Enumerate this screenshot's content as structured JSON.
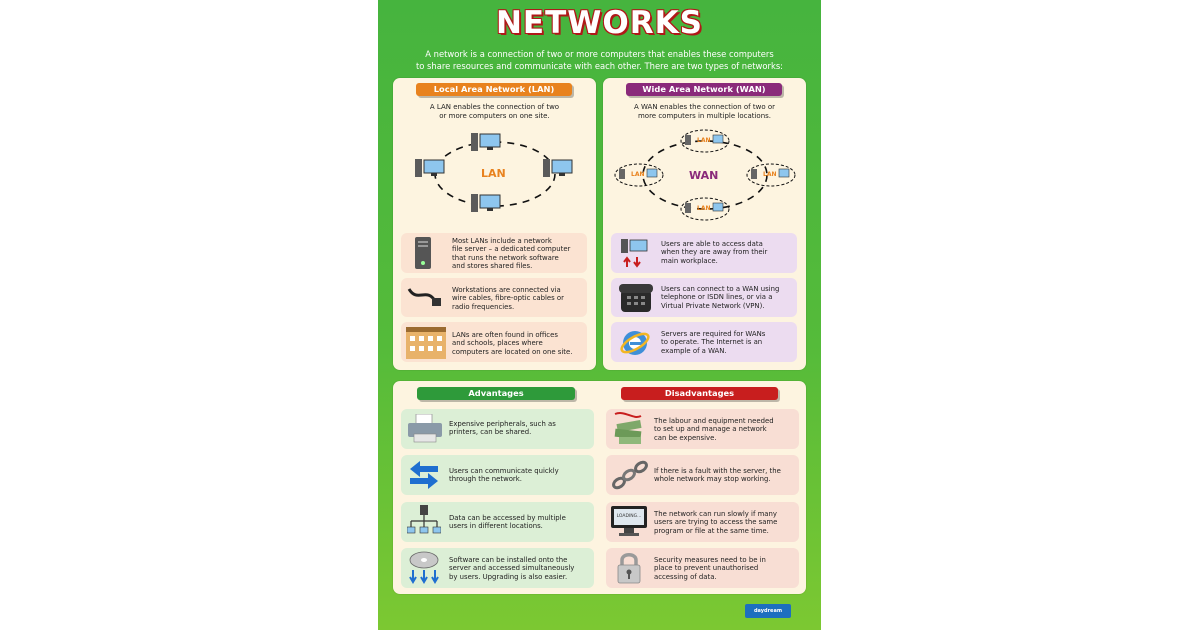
{
  "title": "NETWORKS",
  "intro": {
    "line1": "A network is a connection of two or more computers that enables these computers",
    "line2": "to share resources and communicate with each other. There are two types of networks:"
  },
  "lan": {
    "header": "Local Area Network (LAN)",
    "desc_line1": "A LAN enables the connection of two",
    "desc_line2": "or more computers on one site.",
    "diagram_label": "LAN",
    "cards": [
      {
        "icon": "server-icon",
        "lines": [
          "Most LANs include a network",
          "file server – a dedicated computer",
          "that runs the network software",
          "and stores shared files."
        ]
      },
      {
        "icon": "cable-icon",
        "lines": [
          "Workstations are connected via",
          "wire cables, fibre-optic cables or",
          "radio frequencies."
        ]
      },
      {
        "icon": "building-icon",
        "lines": [
          "LANs are often found in offices",
          "and schools, places where",
          "computers are located on one site."
        ]
      }
    ]
  },
  "wan": {
    "header": "Wide Area Network (WAN)",
    "desc_line1": "A WAN enables the connection of two or",
    "desc_line2": "more computers in multiple locations.",
    "diagram_label": "WAN",
    "lan_node_label": "LAN",
    "cards": [
      {
        "icon": "remote-computer-icon",
        "lines": [
          "Users are able to access data",
          "when they are away from their",
          "main workplace."
        ]
      },
      {
        "icon": "telephone-icon",
        "lines": [
          "Users can connect to a WAN using",
          "telephone or ISDN lines, or via a",
          "Virtual Private Network (VPN)."
        ]
      },
      {
        "icon": "internet-explorer-icon",
        "lines": [
          "Servers are required for WANs",
          "to operate. The Internet is an",
          "example of a WAN."
        ]
      }
    ]
  },
  "advantages": {
    "header": "Advantages",
    "cards": [
      {
        "icon": "printer-icon",
        "lines": [
          "Expensive peripherals, such as",
          "printers, can be shared."
        ]
      },
      {
        "icon": "arrows-icon",
        "lines": [
          "Users can communicate quickly",
          "through the network."
        ]
      },
      {
        "icon": "network-tree-icon",
        "lines": [
          "Data can be accessed by multiple",
          "users in different locations."
        ]
      },
      {
        "icon": "disc-install-icon",
        "lines": [
          "Software can be installed onto the",
          "server and accessed simultaneously",
          "by users. Upgrading is also easier."
        ]
      }
    ]
  },
  "disadvantages": {
    "header": "Disadvantages",
    "cards": [
      {
        "icon": "money-icon",
        "lines": [
          "The labour and equipment needed",
          "to set up and manage a network",
          "can be expensive."
        ]
      },
      {
        "icon": "broken-chain-icon",
        "lines": [
          "If there is a fault with the server, the",
          "whole network may stop working."
        ]
      },
      {
        "icon": "loading-monitor-icon",
        "monitor_text": "LOADING...",
        "lines": [
          "The network can run slowly if many",
          "users are trying to access the same",
          "program or file at the same time."
        ]
      },
      {
        "icon": "padlock-icon",
        "lines": [
          "Security measures need to be in",
          "place to prevent unauthorised",
          "accessing of data."
        ]
      }
    ]
  },
  "logo_text": "daydream",
  "colors": {
    "lan_header": "#e8821e",
    "wan_header": "#8a2a7a",
    "advantages_header": "#2e9a3a",
    "disadvantages_header": "#c81e1e",
    "lan_card": "#fbe3d2",
    "wan_card": "#ecdcf0",
    "adv_card": "#dcefd6",
    "dis_card": "#f8ded4"
  }
}
